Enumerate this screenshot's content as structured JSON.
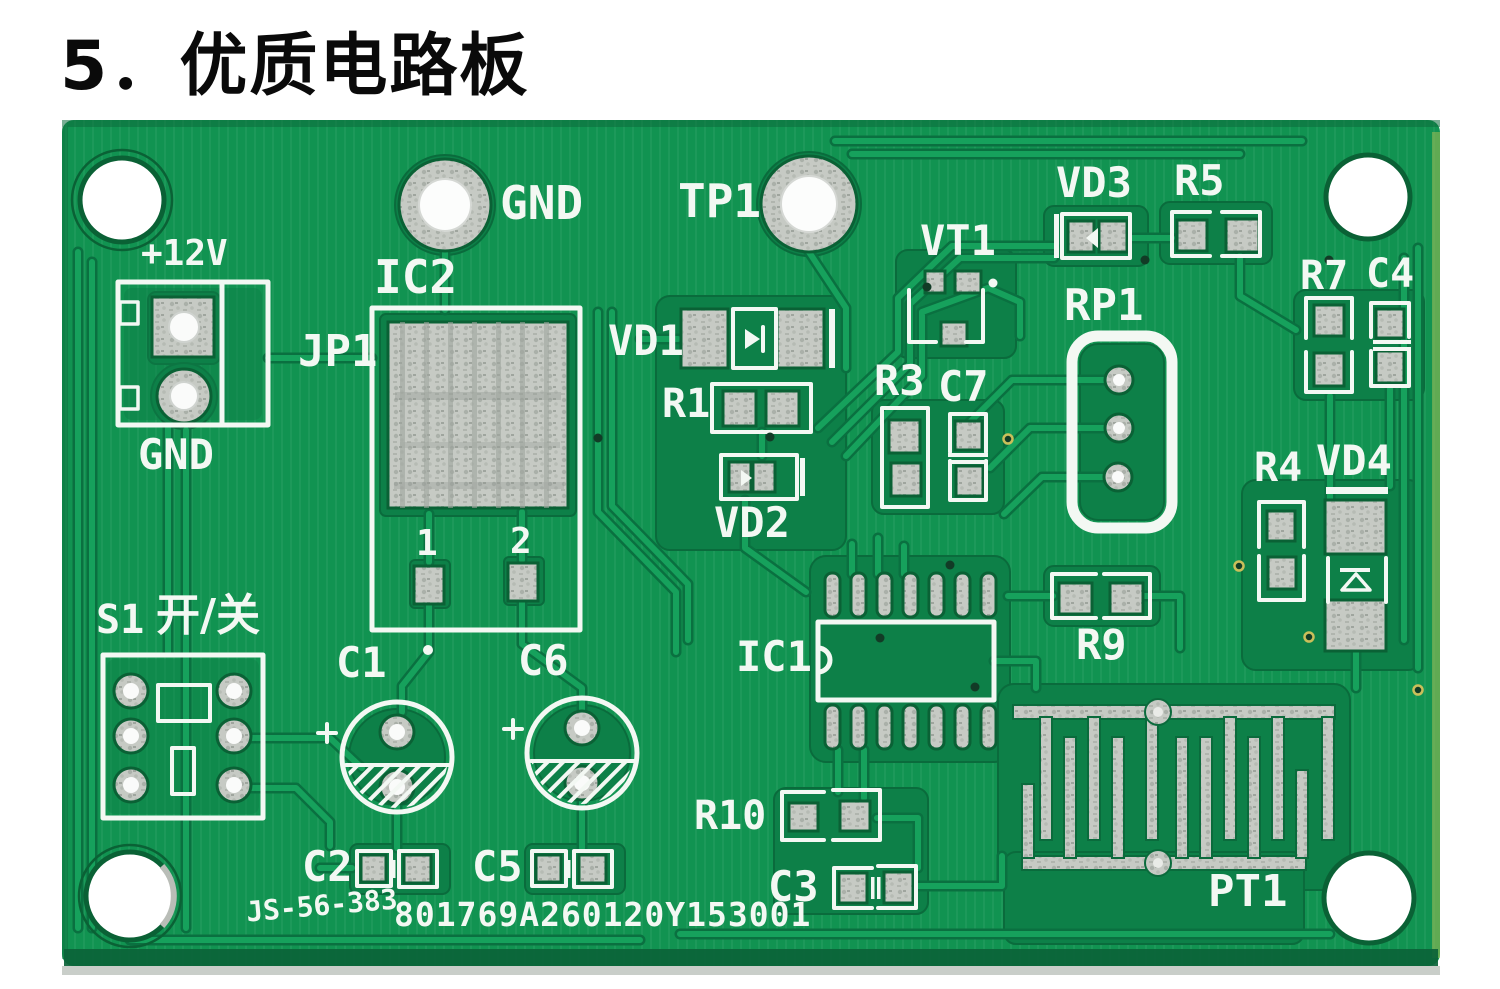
{
  "title": "5．优质电路板",
  "board": {
    "board_color": "#119351",
    "dark_copper_color": "#0d8048",
    "silkscreen_color": "#f3f8f3",
    "pad_color": "#c6cac4",
    "codes": {
      "left": "JS-56-383",
      "right": "801769A260120Y153001"
    },
    "labels": {
      "plus12v": "+12V",
      "gnd_left": "GND",
      "jp1": "JP1",
      "ic2": "IC2",
      "gnd_top": "GND",
      "tp1": "TP1",
      "vd1": "VD1",
      "r1": "R1",
      "vd2": "VD2",
      "vt1": "VT1",
      "vd3": "VD3",
      "r5": "R5",
      "rp1": "RP1",
      "r7": "R7",
      "c4": "C4",
      "r3": "R3",
      "c7": "C7",
      "r4": "R4",
      "vd4": "VD4",
      "r9": "R9",
      "ic1": "IC1",
      "s1": "S1",
      "s1_switch": "开/关",
      "c1": "C1",
      "c6": "C6",
      "c2": "C2",
      "c5": "C5",
      "r10": "R10",
      "c3": "C3",
      "pt1": "PT1",
      "pin1": "1",
      "pin2": "2"
    }
  }
}
